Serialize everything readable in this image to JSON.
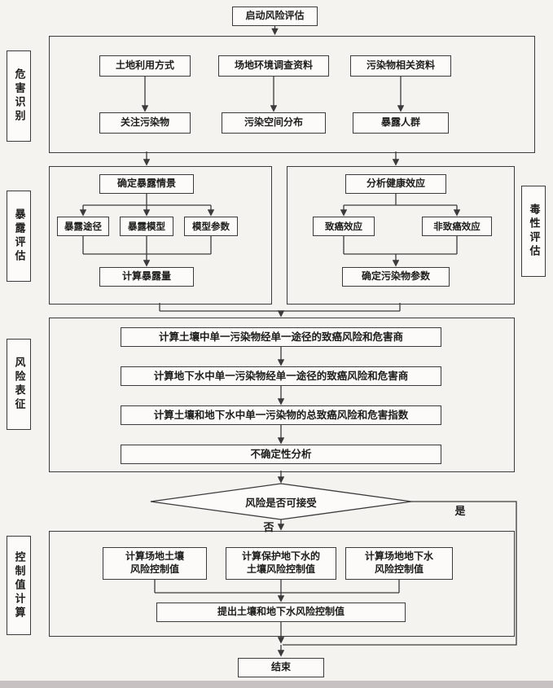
{
  "page": {
    "start_label": "启动风险评估",
    "end_label": "结束",
    "decision": {
      "label": "风险是否可接受",
      "yes": "是",
      "no": "否"
    },
    "hazard_identification": {
      "side_label": "危害识别",
      "inputs": [
        "土地利用方式",
        "场地环境调查资料",
        "污染物相关资料"
      ],
      "outputs": [
        "关注污染物",
        "污染空间分布",
        "暴露人群"
      ]
    },
    "exposure_assessment": {
      "side_label": "暴露评估",
      "scenario": "确定暴露情景",
      "items": [
        "暴露途径",
        "暴露模型",
        "模型参数"
      ],
      "result": "计算暴露量"
    },
    "toxicity_assessment": {
      "side_label": "毒性评估",
      "analysis": "分析健康效应",
      "effects": [
        "致癌效应",
        "非致癌效应"
      ],
      "result": "确定污染物参数"
    },
    "risk_characterization": {
      "side_label": "风险表征",
      "steps": [
        "计算土壤中单一污染物经单一途径的致癌风险和危害商",
        "计算地下水中单一污染物经单一途径的致癌风险和危害商",
        "计算土壤和地下水中单一污染物的总致癌风险和危害指数",
        "不确定性分析"
      ]
    },
    "control_value": {
      "side_label": "控制值计算",
      "calcs": [
        "计算场地土壤\n风险控制值",
        "计算保护地下水的\n土壤风险控制值",
        "计算场地地下水\n风险控制值"
      ],
      "result": "提出土壤和地下水风险控制值"
    }
  }
}
